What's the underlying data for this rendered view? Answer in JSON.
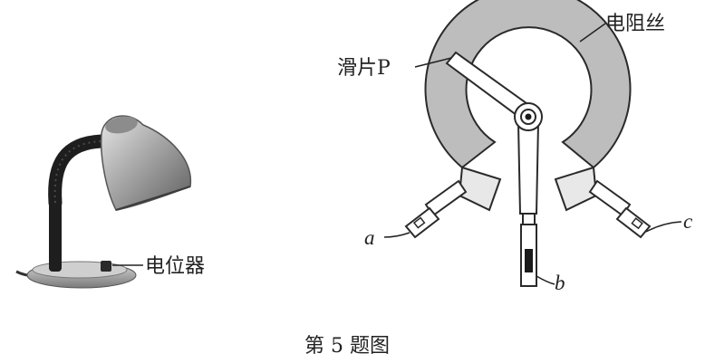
{
  "figure": {
    "caption": "第 5 题图",
    "lamp": {
      "potentiometer_label": "电位器"
    },
    "potentiometer_diagram": {
      "wire_label": "电阻丝",
      "slider_label": "滑片P",
      "terminal_a": "a",
      "terminal_b": "b",
      "terminal_c": "c"
    },
    "colors": {
      "resistance_wire": "#bdbdbd",
      "outline": "#2a2a2a",
      "lamp_shade": "#9a9a9a",
      "lamp_neck": "#1e1e1e"
    }
  }
}
